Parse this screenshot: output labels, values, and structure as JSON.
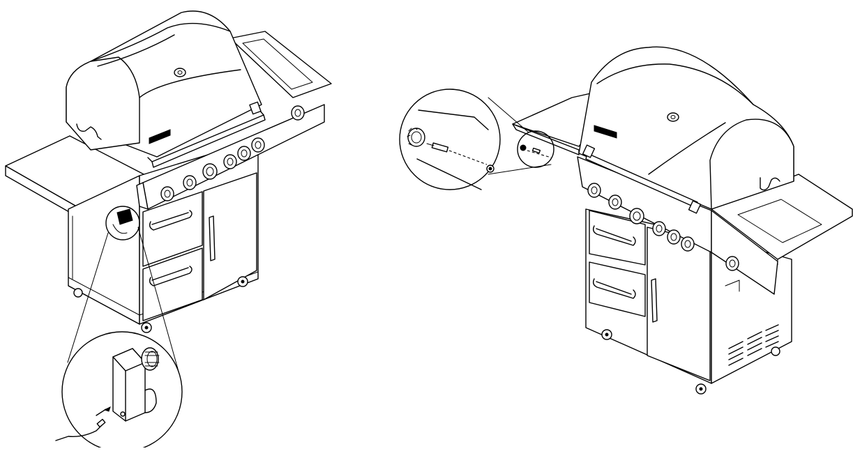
{
  "figure": {
    "panels": [
      {
        "id": "left",
        "subject": "gas-grill",
        "callout": "igniter-module-wire-connection"
      },
      {
        "id": "right",
        "subject": "gas-grill",
        "callout": "electrode-igniter-button"
      }
    ],
    "line_color": "#000000",
    "background": "#ffffff"
  }
}
